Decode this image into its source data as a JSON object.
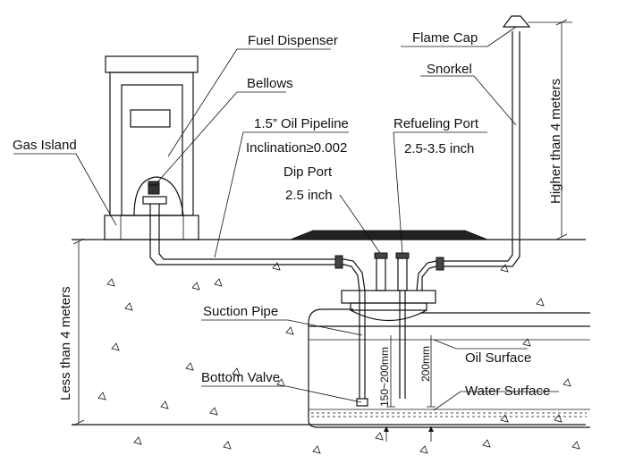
{
  "labels": {
    "fuel_dispenser": "Fuel Dispenser",
    "bellows": "Bellows",
    "gas_island": "Gas Island",
    "oil_pipeline": "1.5” Oil Pipeline",
    "inclination": "Inclination≥0.002",
    "flame_cap": "Flame Cap",
    "snorkel": "Snorkel",
    "refueling_port": "Refueling Port",
    "refueling_port_size": "2.5-3.5 inch",
    "dip_port": "Dip Port",
    "dip_port_size": "2.5 inch",
    "suction_pipe": "Suction Pipe",
    "bottom_valve": "Bottom Valve",
    "oil_surface": "Oil Surface",
    "water_surface": "Water Surface",
    "higher_than": "Higher than 4 meters",
    "less_than": "Less than 4 meters",
    "dim_150_200": "150~200mm",
    "dim_200": "200mm"
  }
}
